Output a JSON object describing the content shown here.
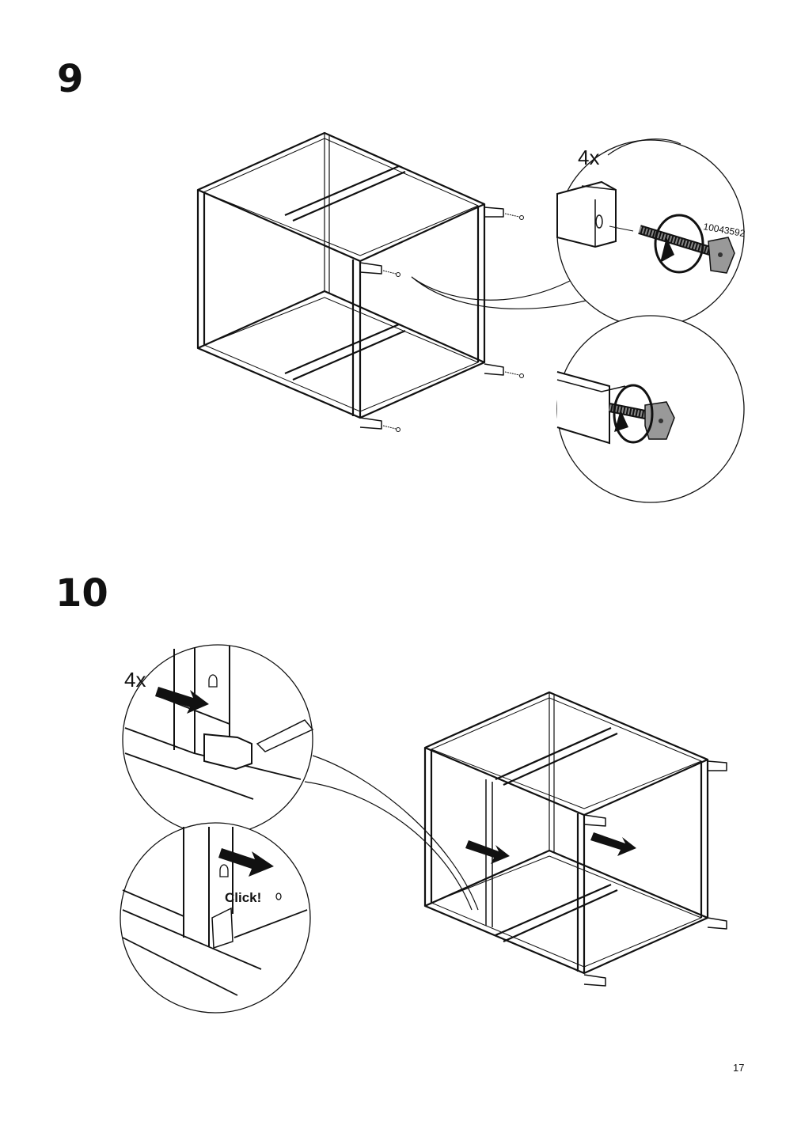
{
  "steps": [
    {
      "number": "9",
      "quantity": "4x",
      "part_number": "10043592"
    },
    {
      "number": "10",
      "quantity": "4x",
      "callout_text": "Click!"
    }
  ],
  "page_number": "17"
}
